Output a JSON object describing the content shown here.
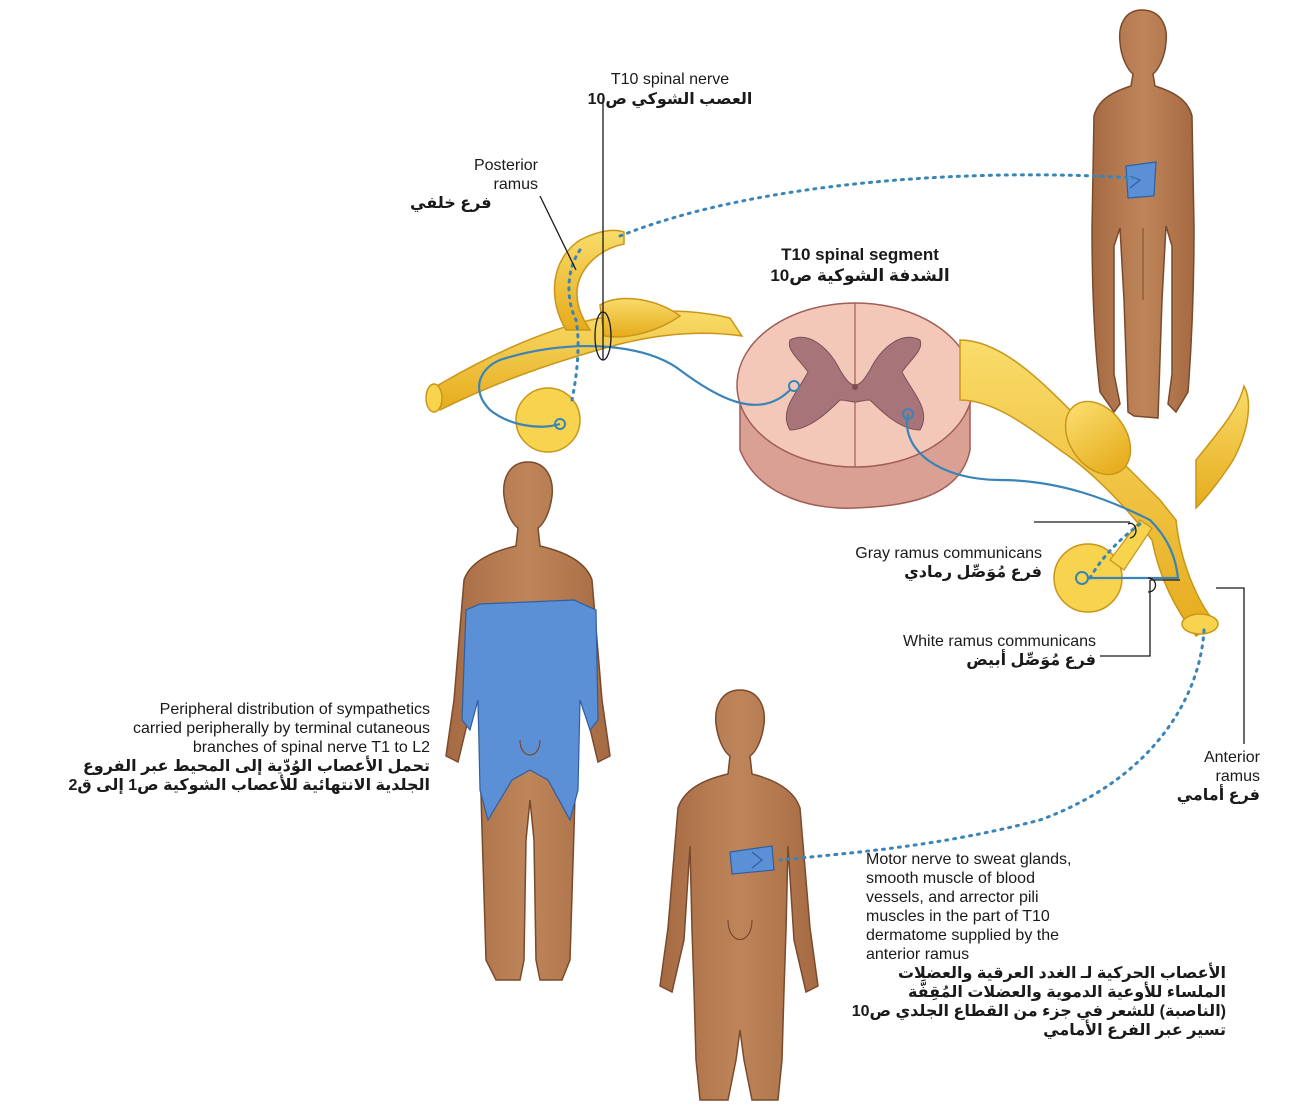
{
  "labels": {
    "t10_nerve": {
      "en": "T10 spinal nerve",
      "ar": "العصب الشوكي ص10"
    },
    "posterior_ramus": {
      "en1": "Posterior",
      "en2": "ramus",
      "ar": "فرع خلفي"
    },
    "segment": {
      "en": "T10 spinal segment",
      "ar": "الشدفة الشوكية ص10"
    },
    "gray_ramus": {
      "en": "Gray ramus communicans",
      "ar": "فرع مُوَصِّل رمادي"
    },
    "white_ramus": {
      "en": "White ramus communicans",
      "ar": "فرع مُوَصِّل أبيض"
    },
    "anterior_ramus": {
      "en1": "Anterior",
      "en2": "ramus",
      "ar": "فرع أمامي"
    },
    "peripheral": {
      "en": [
        "Peripheral distribution of sympathetics",
        "carried peripherally by terminal cutaneous",
        "branches of spinal nerve T1 to L2"
      ],
      "ar": [
        "تحمل الأعصاب الوُدّية إلى المحيط عبر الفروع",
        "الجلدية الانتهائية للأعصاب الشوكية ص1 إلى ق2"
      ]
    },
    "motor": {
      "en": [
        "Motor nerve to sweat glands,",
        "smooth muscle of blood",
        "vessels, and arrector pili",
        "muscles in the part of T10",
        "dermatome supplied by the",
        "anterior ramus"
      ],
      "ar": [
        "الأعصاب الحركية لـ الغدد العرقية والعضلات",
        "الملساء للأوعية الدموية والعضلات المُقِفَّة",
        "(الناصبة) للشعر في جزء من القطاع الجلدي ص10",
        "تسير عبر الفرع الأمامي"
      ]
    }
  },
  "colors": {
    "nerve": "#f2c232",
    "nerve_outline": "#c9961a",
    "ganglion": "#f7d34e",
    "skin": "#b57a50",
    "skin_outline": "#7a4a2c",
    "dermatome": "#5b8fd6",
    "fiber": "#3a84b8",
    "cord_white": "#f1c4b4",
    "cord_gray": "#b9868a"
  }
}
